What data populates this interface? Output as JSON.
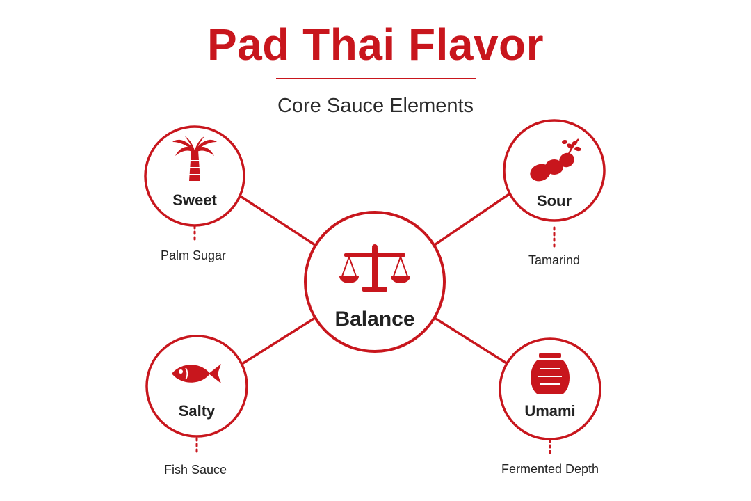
{
  "title": "Pad Thai Flavor",
  "subtitle": "Core Sauce Elements",
  "colors": {
    "accent": "#c8161d",
    "text": "#222222"
  },
  "center": {
    "label": "Balance",
    "icon": "scales-icon"
  },
  "elements": [
    {
      "label": "Sweet",
      "ingredient": "Palm Sugar",
      "icon": "palm-tree-icon"
    },
    {
      "label": "Sour",
      "ingredient": "Tamarind",
      "icon": "tamarind-icon"
    },
    {
      "label": "Salty",
      "ingredient": "Fish Sauce",
      "icon": "fish-icon"
    },
    {
      "label": "Umami",
      "ingredient": "Fermented Depth",
      "icon": "jar-icon"
    }
  ]
}
